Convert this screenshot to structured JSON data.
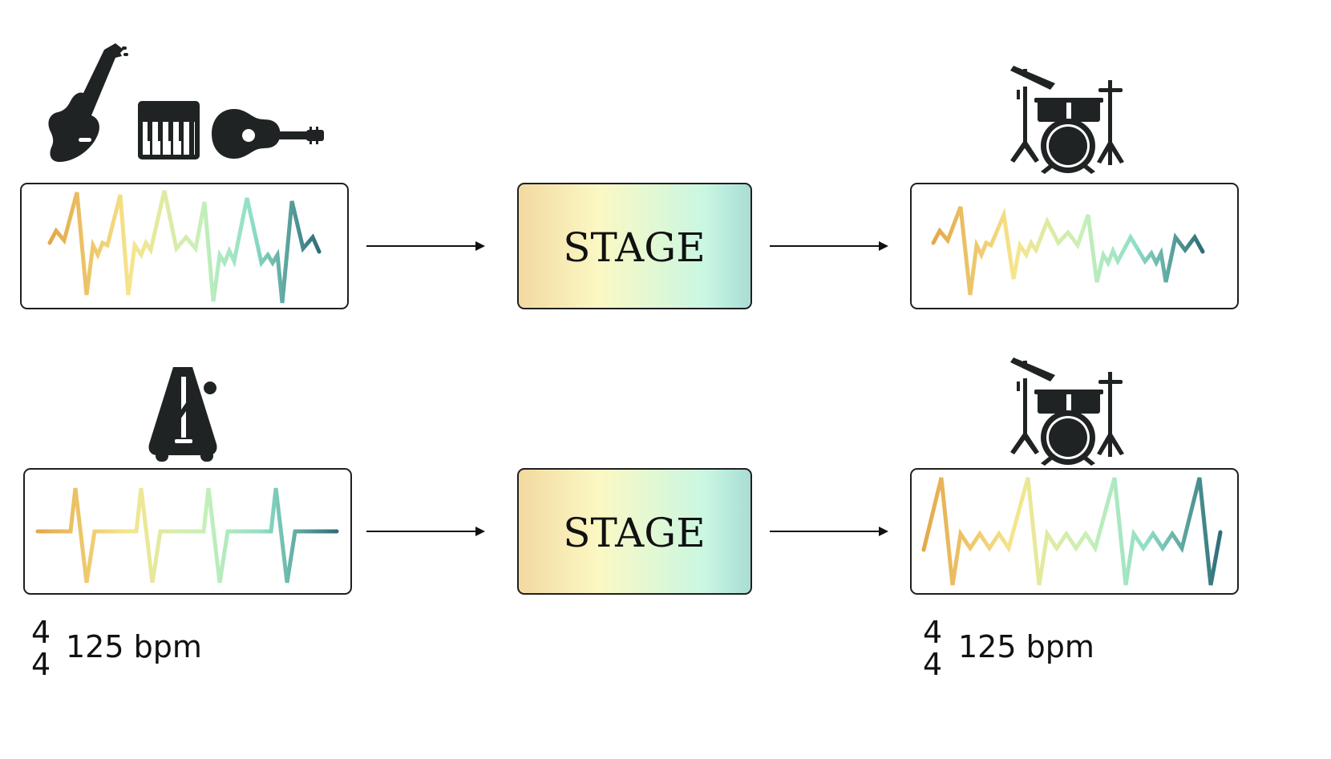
{
  "stage_label": "STAGE",
  "tempo": {
    "time_signature_top": "4",
    "time_signature_bottom": "4",
    "bpm_text": "125 bpm"
  },
  "icons": {
    "top_inputs": [
      "electric-guitar-icon",
      "piano-keyboard-icon",
      "acoustic-guitar-icon"
    ],
    "bottom_input": "metronome-icon",
    "outputs": "drum-kit-icon"
  },
  "gradient_colors": [
    "#e4a84a",
    "#f6e58c",
    "#c8f0b8",
    "#8ee0c8",
    "#2e6d78"
  ],
  "stage_fill_colors": [
    "#f3d9a0",
    "#fbf8c4",
    "#c9f7e2",
    "#a9dcd6"
  ]
}
